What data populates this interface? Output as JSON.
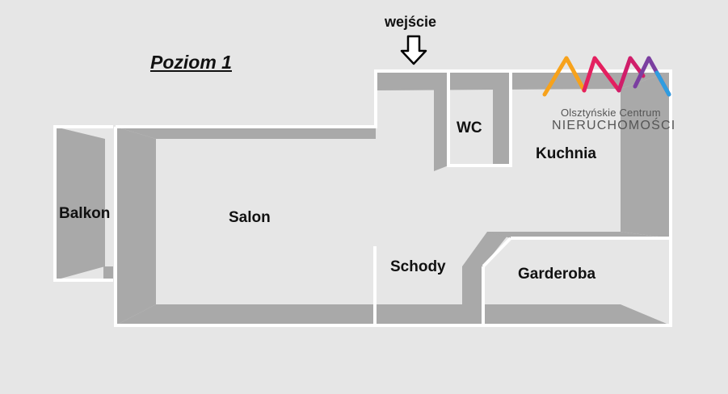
{
  "plan": {
    "title": "Poziom 1",
    "entrance_label": "wejście",
    "rooms": {
      "balcony": "Balkon",
      "living_room": "Salon",
      "wc": "WC",
      "kitchen": "Kuchnia",
      "stairs": "Schody",
      "wardrobe": "Garderoba"
    }
  },
  "logo": {
    "line1": "Olsztyńskie Centrum",
    "line2": "NIERUCHOMOŚCI",
    "colors": [
      "#f7a21b",
      "#e4205f",
      "#7b3fa0",
      "#2f9de0"
    ]
  },
  "colors": {
    "background": "#e6e6e6",
    "wall": "#ffffff",
    "wall_shade": "#a8a8a8"
  }
}
